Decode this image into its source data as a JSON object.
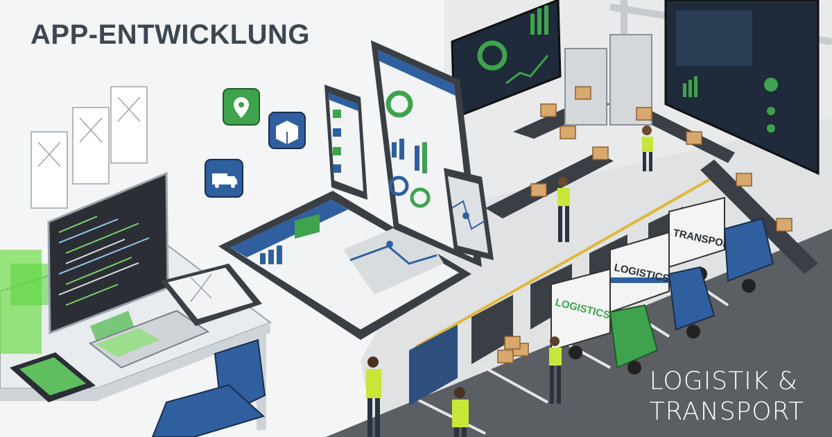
{
  "headline": "APP-ENTWICKLUNG",
  "footer": {
    "line1": "LOGISTIK &",
    "line2": "TRANSPORT"
  },
  "trucks": [
    {
      "label": "TRANSPORT",
      "cab_color": "#2f5f9e"
    },
    {
      "label": "LOGISTICS",
      "cab_color": "#2f5f9e"
    },
    {
      "label": "LOGISTICS",
      "cab_color": "#3fa34d"
    }
  ],
  "app_icons": [
    "location-pin-icon",
    "package-icon",
    "delivery-truck-icon"
  ],
  "colors": {
    "brand_blue": "#2f5f9e",
    "accent_green": "#3fa34d",
    "vest": "#c8e63a",
    "floor": "#5b5f63",
    "headline_text": "#3c4752"
  }
}
